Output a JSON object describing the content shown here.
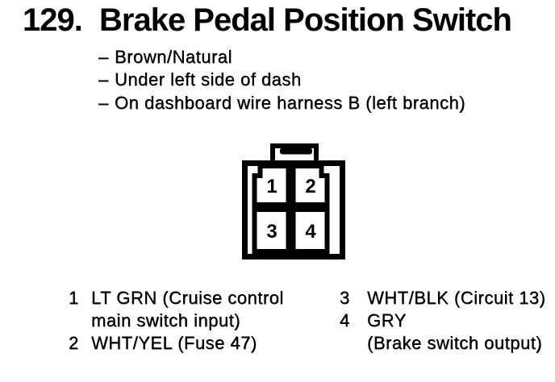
{
  "header": {
    "number": "129.",
    "title": "Brake Pedal Position Switch"
  },
  "notes": {
    "bullet_char": "–",
    "items": [
      "Brown/Natural",
      "Under left side of dash",
      "On dashboard wire harness B (left branch)"
    ]
  },
  "connector": {
    "description": "4-cavity connector, front view, latch tab on top",
    "pins": [
      "1",
      "2",
      "3",
      "4"
    ]
  },
  "legend": {
    "entries": [
      {
        "pin": "1",
        "lines": [
          "LT GRN (Cruise control",
          "main switch input)"
        ]
      },
      {
        "pin": "2",
        "lines": [
          "WHT/YEL (Fuse 47)"
        ]
      },
      {
        "pin": "3",
        "lines": [
          "WHT/BLK (Circuit 13)"
        ]
      },
      {
        "pin": "4",
        "lines": [
          "GRY",
          "(Brake switch output)"
        ]
      }
    ]
  },
  "colors": {
    "ink": "#000000",
    "paper": "#ffffff"
  }
}
